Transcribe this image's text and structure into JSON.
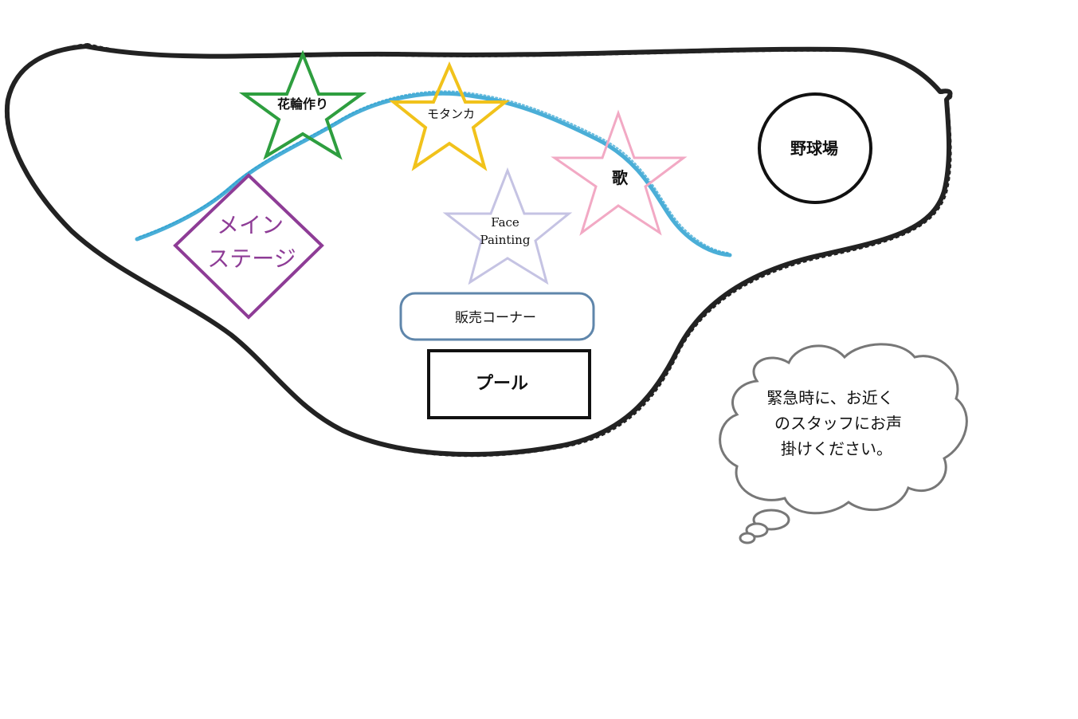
{
  "map": {
    "areas": {
      "flower_crown": {
        "label": "花輪作り",
        "color": "#2e9e3f"
      },
      "motanka": {
        "label": "モタンカ",
        "color": "#f1c21b"
      },
      "song": {
        "label": "歌",
        "color": "#f2a9c4"
      },
      "face_painting": {
        "label_line1": "Face",
        "label_line2": "Painting",
        "color": "#c5c3e3"
      },
      "main_stage": {
        "label_line1": "メイン",
        "label_line2": "ステージ",
        "color": "#8e3c96"
      },
      "shop_corner": {
        "label": "販売コーナー",
        "color": "#5f86ab"
      },
      "pool": {
        "label": "プール",
        "color": "#111111"
      },
      "baseball_field": {
        "label": "野球場",
        "color": "#111111"
      }
    },
    "river": {
      "color": "#2aa0d0"
    },
    "park_outline": {
      "color": "#222222"
    },
    "note": {
      "line1": "緊急時に、お近く",
      "line2": "のスタッフにお声",
      "line3": "掛けください。",
      "color": "#777777"
    }
  }
}
